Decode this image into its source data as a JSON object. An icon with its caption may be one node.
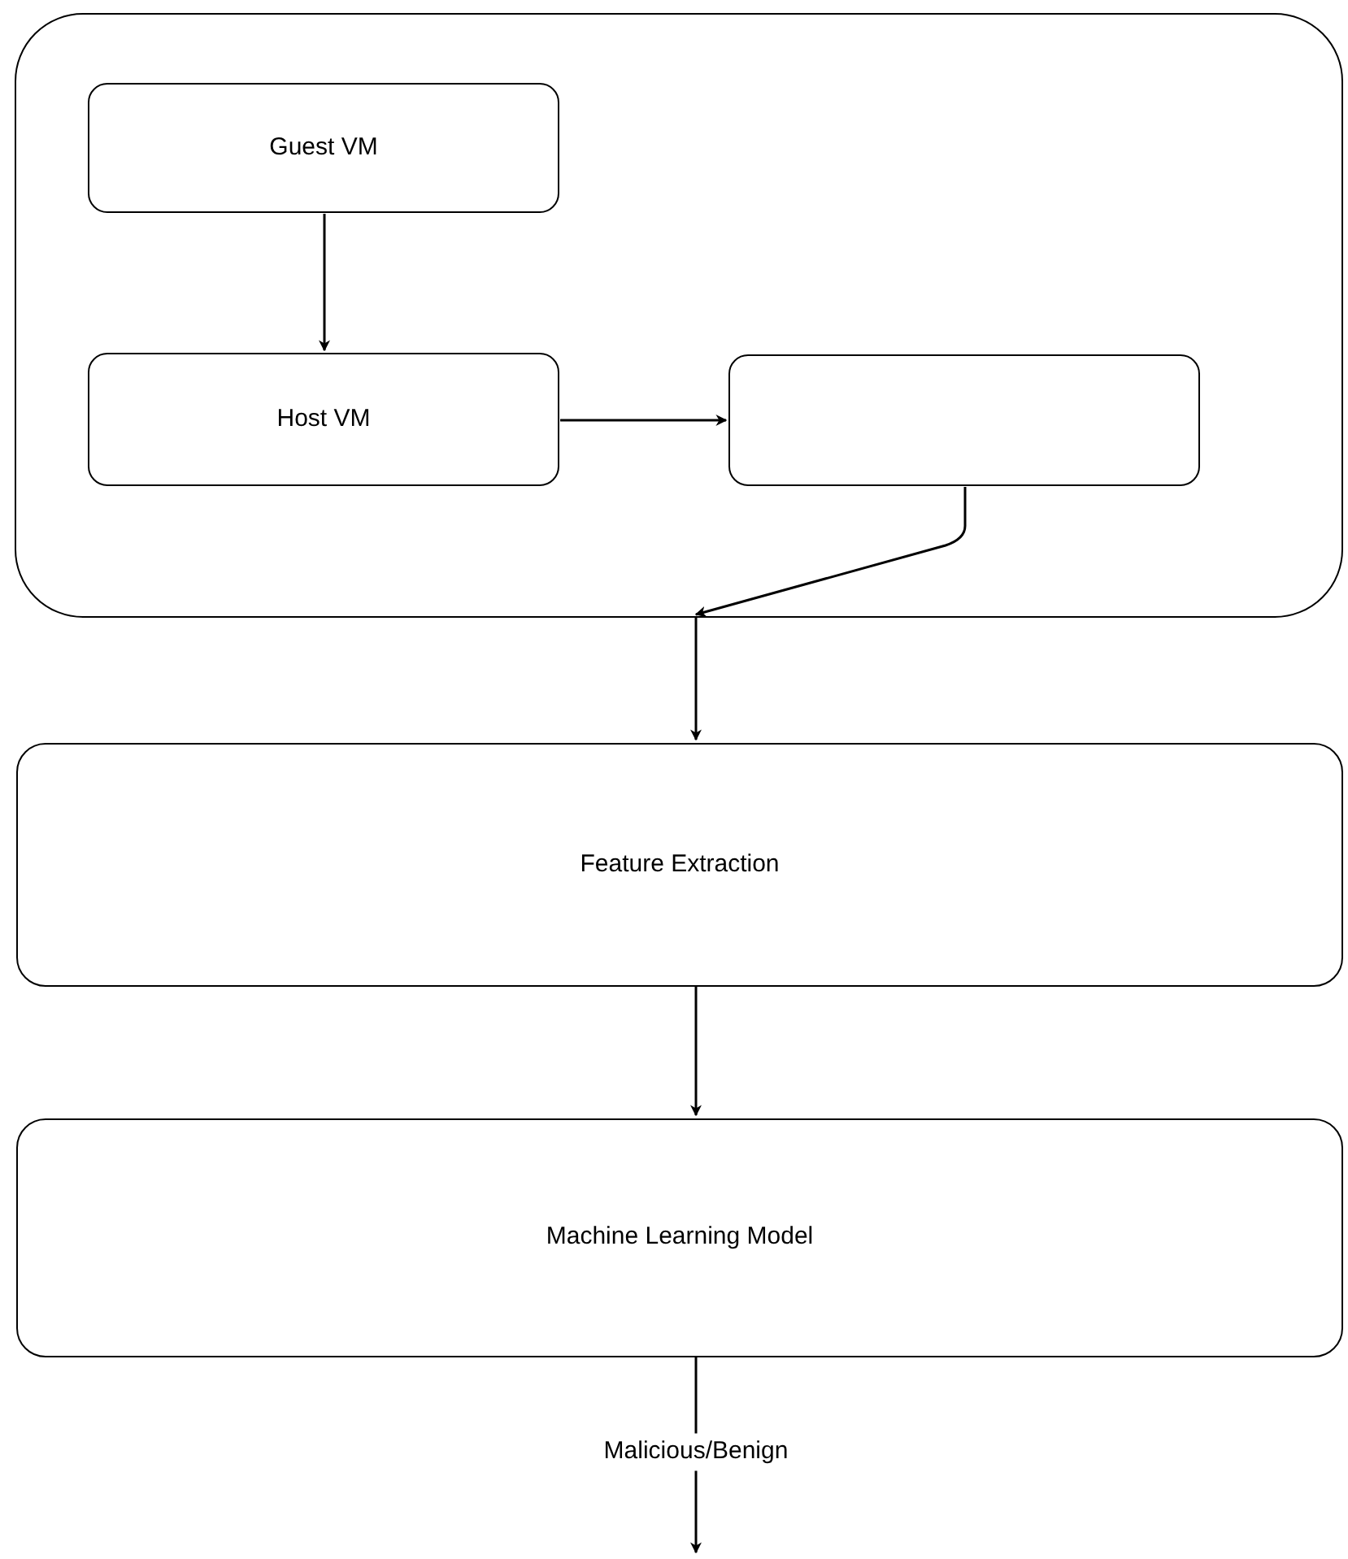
{
  "diagram": {
    "nodes": [
      {
        "text": [],
        "shape": "box"
      },
      {
        "text": [
          "Guest VM"
        ],
        "in": 0
      },
      {
        "text": [
          "Host VM"
        ],
        "in": 0
      },
      {
        "text": [],
        "shape": "box",
        "in": 0
      },
      {
        "text": [
          "Feature Extraction"
        ]
      },
      {
        "text": [
          "Machine Learning Model"
        ]
      }
    ],
    "edges": [
      {
        "from": 1,
        "to": 2,
        "arrow": "to"
      },
      {
        "from": 2,
        "to": 3,
        "arrow": "to"
      },
      {
        "from": 3,
        "to": 0,
        "arrow": "to"
      },
      {
        "from": 0,
        "to": 4,
        "arrow": "to"
      },
      {
        "from": 4,
        "to": 5,
        "arrow": "to"
      },
      {
        "from": 5,
        "to": null,
        "arrow": "to",
        "label": "Malicious/Benign"
      }
    ]
  }
}
